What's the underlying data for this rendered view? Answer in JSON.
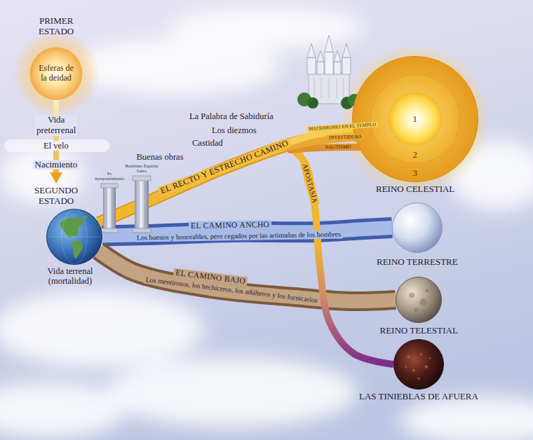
{
  "diagram": {
    "nodes": [
      {
        "text": [
          "PRIMER ESTADO",
          "Esferas de la deidad"
        ]
      },
      {
        "text": [
          "SEGUNDO ESTADO",
          "Vida terrenal (mortalidad)"
        ]
      },
      {
        "text": [
          "3",
          "REINO CELESTIAL"
        ]
      },
      {
        "text": [
          "2"
        ],
        "in": 2
      },
      {
        "text": [
          "1"
        ],
        "in": 3
      },
      {
        "text": [
          "REINO TERRESTRE"
        ]
      },
      {
        "text": [
          "REINO TELESTIAL"
        ]
      },
      {
        "text": [
          "LAS TINIEBLAS DE AFUERA"
        ]
      }
    ],
    "edges": [
      {
        "from": 0,
        "to": 1,
        "arrow": "to"
      },
      {
        "from": 1,
        "to": 2,
        "label": "EL RECTO Y ESTRECHO CAMINO",
        "arrow": "none"
      },
      {
        "from": 1,
        "to": 5,
        "label": "EL CAMINO ANCHO",
        "arrow": "none"
      },
      {
        "from": 1,
        "to": 6,
        "label": "EL CAMINO BAJO",
        "arrow": "none"
      },
      {
        "from": 1,
        "to": 7,
        "label": "APOSTASÍA",
        "arrow": "none"
      }
    ],
    "labels": [
      "Vida preterrenal",
      "El velo",
      "Nacimiento",
      "Fe Arrepentimiento",
      "Bautismo Espíritu Santo",
      "La Palabra de Sabiduría",
      "Los diezmos",
      "Castidad",
      "Buenas obras",
      "MATRIMONIO EN EL TEMPLO",
      "INVESTIDURA",
      "BAUTISMO",
      "Los buenos y honorables, pero cegados por las artimañas de los hombres",
      "Los mentirosos, los hechiceros, los adúlteros y los fornicarios"
    ]
  }
}
